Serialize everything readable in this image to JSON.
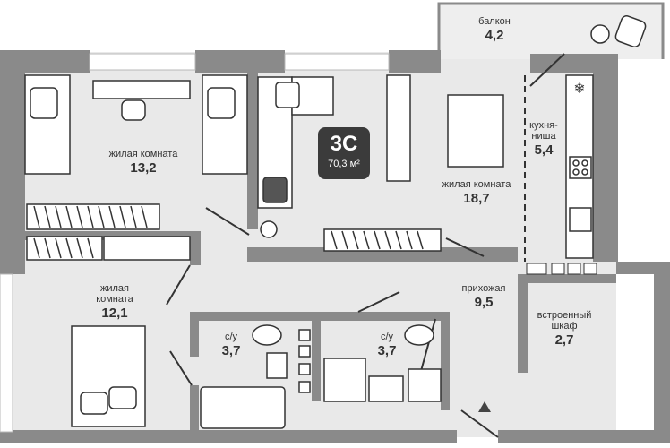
{
  "apartment": {
    "code": "3С",
    "total_area": "70,3 м²"
  },
  "rooms": {
    "balcony": {
      "name": "балкон",
      "area": "4,2"
    },
    "living_1": {
      "name": "жилая комната",
      "area": "13,2"
    },
    "living_2": {
      "name": "жилая комната",
      "area": "18,7"
    },
    "living_3": {
      "name": "жилая комната",
      "area": "12,1"
    },
    "kitchen": {
      "name": "кухня-ниша",
      "area": "5,4"
    },
    "hallway": {
      "name": "прихожая",
      "area": "9,5"
    },
    "closet": {
      "name": "встроенный шкаф",
      "area": "2,7"
    },
    "bath_1": {
      "name": "с/у",
      "area": "3,7"
    },
    "bath_2": {
      "name": "с/у",
      "area": "3,7"
    }
  },
  "colors": {
    "wall": "#8a8a8a",
    "floor": "#e9e9e9",
    "furniture": "#ffffff",
    "badge": "#3b3b3b"
  }
}
